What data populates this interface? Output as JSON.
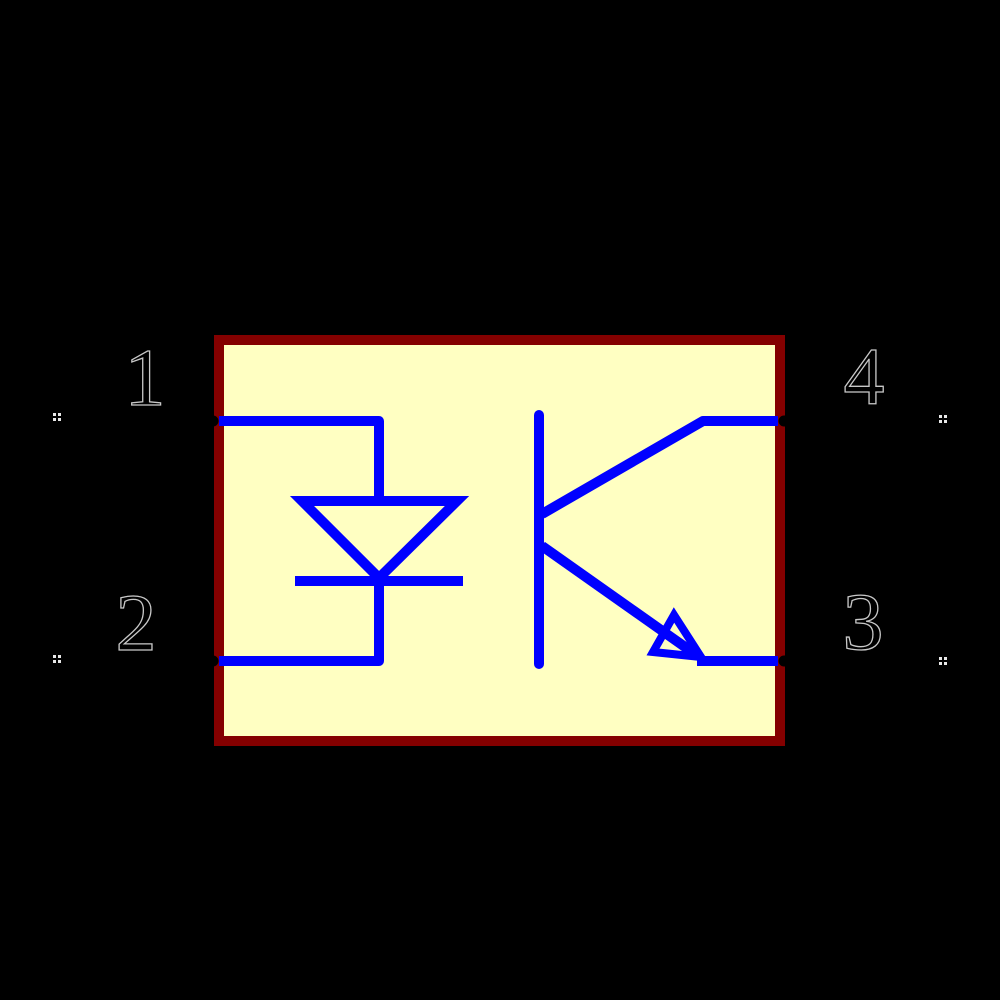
{
  "canvas": {
    "kind": "schematic-symbol-preview",
    "background": "#000000"
  },
  "symbol": {
    "name": "optocoupler",
    "left_element": "led-emitter-diode",
    "right_element": "npn-phototransistor"
  },
  "pins": [
    {
      "number": "1",
      "side": "left",
      "row": "top",
      "connects": "led-anode"
    },
    {
      "number": "2",
      "side": "left",
      "row": "bottom",
      "connects": "led-cathode"
    },
    {
      "number": "3",
      "side": "right",
      "row": "bottom",
      "connects": "transistor-emitter"
    },
    {
      "number": "4",
      "side": "right",
      "row": "top",
      "connects": "transistor-collector"
    }
  ],
  "colors": {
    "background": "#000000",
    "body_fill": "#FFFFC2",
    "body_outline": "#840000",
    "wire": "#0000FF",
    "pin_stub": "#000000",
    "pin_number_fill": "#000000",
    "pin_number_outline": "#C8C8C8",
    "pin_marker": "#E8E8E8"
  }
}
